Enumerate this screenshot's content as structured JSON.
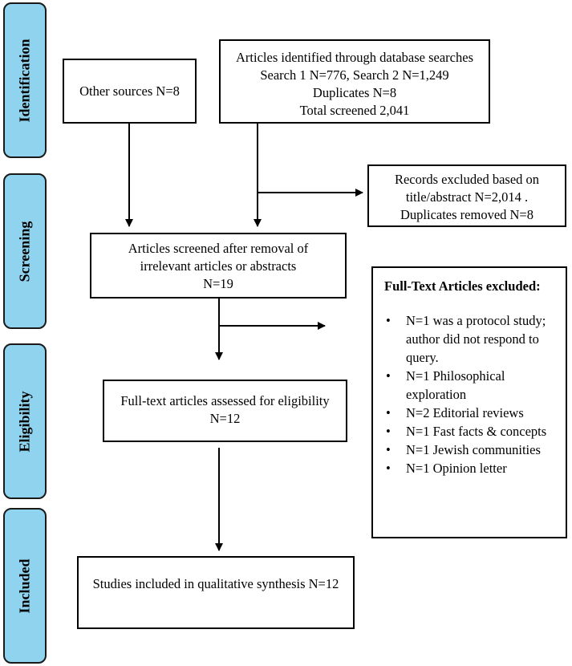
{
  "stages": {
    "identification": "Identification",
    "screening": "Screening",
    "eligibility": "Eligibility",
    "included": "Included"
  },
  "boxes": {
    "other_sources": "Other sources N=8",
    "database": {
      "line1": "Articles identified through database searches",
      "line2": "Search 1 N=776, Search 2 N=1,249",
      "line3": "Duplicates N=8",
      "line4": "Total screened 2,041"
    },
    "records_excluded": {
      "line1": "Records excluded based on",
      "line2": "title/abstract N=2,014 .",
      "line3": "Duplicates removed N=8"
    },
    "screened": {
      "line1": "Articles screened after removal of",
      "line2": "irrelevant articles or abstracts",
      "line3": "N=19"
    },
    "fulltext": {
      "line1": "Full-text articles assessed for eligibility",
      "line2": "N=12"
    },
    "included": "Studies included in qualitative synthesis N=12",
    "fulltext_excluded": {
      "title": "Full-Text Articles excluded:",
      "items": [
        [
          "N=1 was a protocol study;",
          "author did not respond to",
          "query."
        ],
        [
          "N=1 Philosophical",
          "exploration"
        ],
        [
          "N=2 Editorial reviews"
        ],
        [
          "N=1 Fast facts & concepts"
        ],
        [
          "N=1 Jewish communities"
        ],
        [
          "N=1 Opinion letter"
        ]
      ],
      "bullet": "•"
    }
  }
}
